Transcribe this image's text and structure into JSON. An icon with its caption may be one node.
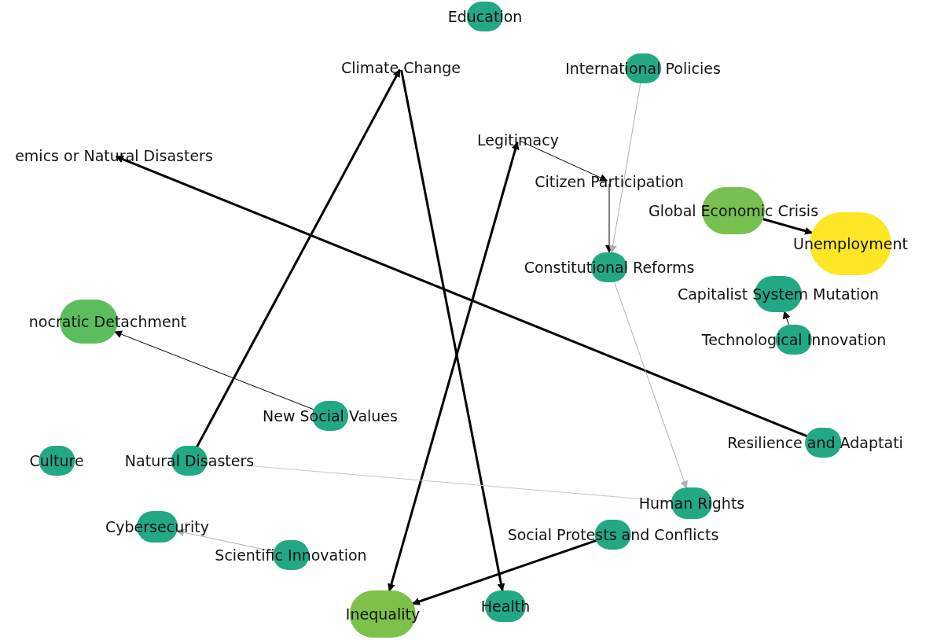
{
  "diagram": {
    "nodes": [
      {
        "text": [
          "Education"
        ]
      },
      {
        "text": [
          "Climate Change"
        ]
      },
      {
        "text": [
          "International Policies"
        ]
      },
      {
        "text": [
          "Legitimacy"
        ]
      },
      {
        "text": [
          "emics or Natural Disasters"
        ]
      },
      {
        "text": [
          "Citizen Participation"
        ]
      },
      {
        "text": [
          "Global Economic Crisis"
        ]
      },
      {
        "text": [
          "Unemployment"
        ]
      },
      {
        "text": [
          "Capitalist System Mutation"
        ]
      },
      {
        "text": [
          "Constitutional Reforms"
        ]
      },
      {
        "text": [
          "nocratic Detachment"
        ]
      },
      {
        "text": [
          "Technological Innovation"
        ]
      },
      {
        "text": [
          "New Social Values"
        ]
      },
      {
        "text": [
          "Resilience and Adaptati"
        ]
      },
      {
        "text": [
          "Culture"
        ]
      },
      {
        "text": [
          "Natural Disasters"
        ]
      },
      {
        "text": [
          "Social Protests and Conflicts"
        ]
      },
      {
        "text": [
          "Human Rights"
        ]
      },
      {
        "text": [
          "Cybersecurity"
        ]
      },
      {
        "text": [
          "Scientific Innovation"
        ]
      },
      {
        "text": [
          "Health"
        ]
      },
      {
        "text": [
          "Inequality"
        ]
      }
    ],
    "edges": [
      {
        "from": 15,
        "to": 1,
        "arrow": "to",
        "style": "thick"
      },
      {
        "from": 1,
        "to": 20,
        "arrow": "to",
        "style": "thick"
      },
      {
        "from": 13,
        "to": 4,
        "arrow": "to",
        "style": "thick"
      },
      {
        "from": 21,
        "to": 3,
        "arrow": "both",
        "style": "thick"
      },
      {
        "from": 16,
        "to": 21,
        "arrow": "to",
        "style": "thick"
      },
      {
        "from": 3,
        "to": 5,
        "arrow": "to"
      },
      {
        "from": 5,
        "to": 9,
        "arrow": "to"
      },
      {
        "from": 2,
        "to": 9,
        "arrow": "to",
        "color": "#b0b0b0"
      },
      {
        "from": 9,
        "to": 17,
        "arrow": "to",
        "color": "#b0b0b0"
      },
      {
        "from": 6,
        "to": 7,
        "arrow": "to",
        "style": "thick"
      },
      {
        "from": 11,
        "to": 8,
        "arrow": "to"
      },
      {
        "from": 12,
        "to": 10,
        "arrow": "to"
      },
      {
        "from": 15,
        "to": 17,
        "arrow": "none",
        "color": "#c8c8c8"
      },
      {
        "from": 19,
        "to": 18,
        "arrow": "to",
        "color": "#b0b0b0"
      }
    ]
  }
}
